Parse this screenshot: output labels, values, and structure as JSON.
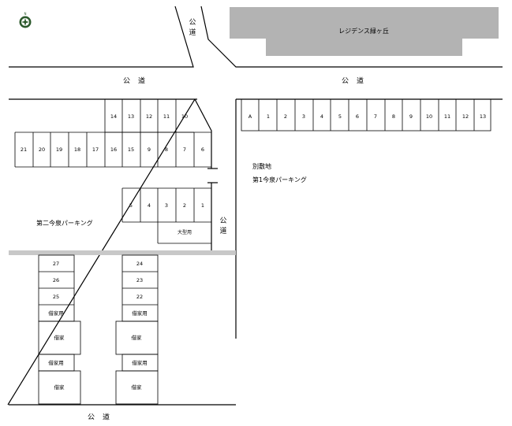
{
  "compass": {
    "icon": "compass-icon"
  },
  "building": {
    "name": "レジデンス緑ヶ丘"
  },
  "roads": {
    "top_left": "公道",
    "top_right": "公道",
    "top_vertical": "公道",
    "right_vertical": "公道",
    "bottom": "公道"
  },
  "lots": {
    "annex": "別敷地",
    "first": "第1今泉パーキング",
    "second": "第二今泉パーキング"
  },
  "spaces": {
    "right_row": [
      "A",
      "1",
      "2",
      "3",
      "4",
      "5",
      "6",
      "7",
      "8",
      "9",
      "10",
      "11",
      "12",
      "13"
    ],
    "left_upper": [
      "14",
      "13",
      "12",
      "11",
      "10"
    ],
    "left_lower": [
      "21",
      "20",
      "19",
      "18",
      "17",
      "16",
      "15",
      "9",
      "8",
      "7",
      "6"
    ],
    "mid_row": [
      "5",
      "4",
      "3",
      "2",
      "1"
    ],
    "large": "大型用",
    "col_a": [
      "27",
      "26",
      "25",
      "借家用",
      "借家",
      "借家用",
      "借家"
    ],
    "col_b": [
      "24",
      "23",
      "22",
      "借家用",
      "借家",
      "借家用",
      "借家"
    ]
  }
}
